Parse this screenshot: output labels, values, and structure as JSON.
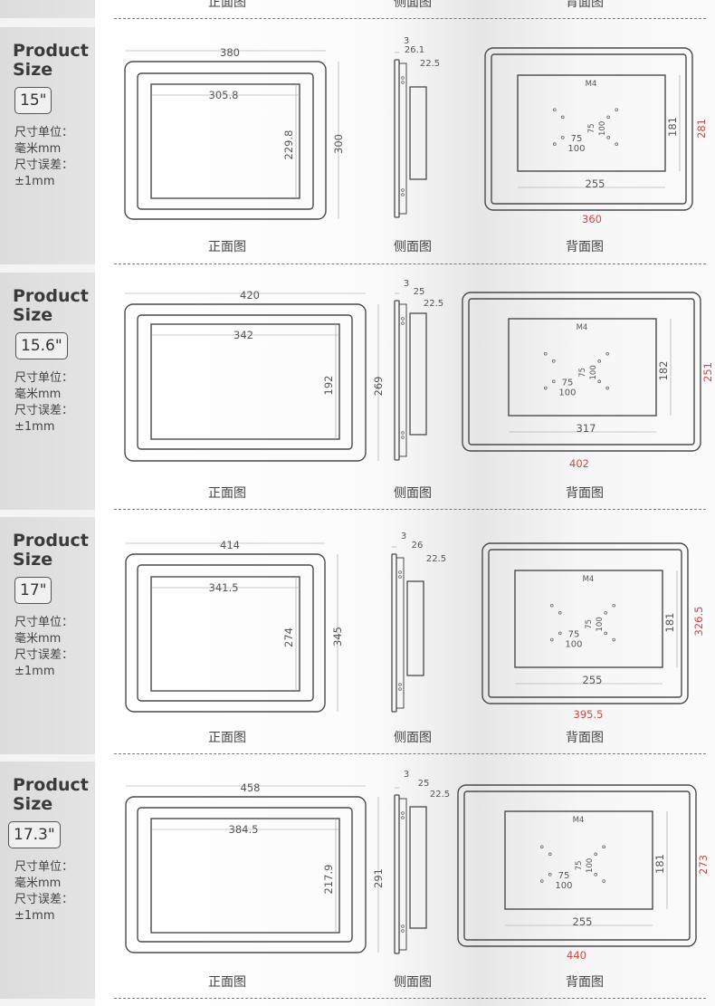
{
  "top_captions": [
    "正面图",
    "侧面图",
    "背面图"
  ],
  "colors": {
    "line": "#4a4a4a",
    "text": "#555555",
    "accent_red": "#d64545"
  },
  "sections": [
    {
      "title_line1": "Product",
      "title_line2": "Size",
      "size": "15\"",
      "unit_line1": "尺寸单位：",
      "unit_line2": "毫米mm",
      "unit_line3": "尺寸误差：",
      "unit_line4": "±1mm",
      "front": {
        "width": "380",
        "height": "300",
        "inner_width": "305.8",
        "inner_height": "229.8"
      },
      "side": {
        "d1": "3",
        "d2": "26.1",
        "d3": "22.5"
      },
      "back": {
        "mount": "M4",
        "v1": "75",
        "v2": "100",
        "h1": "75",
        "h2": "100",
        "panel_width": "255",
        "panel_height": "181",
        "outer_width": "360",
        "outer_height": "281"
      },
      "captions": {
        "front": "正面图",
        "side": "侧面图",
        "back": "背面图"
      }
    },
    {
      "title_line1": "Product",
      "title_line2": "Size",
      "size": "15.6\"",
      "unit_line1": "尺寸单位：",
      "unit_line2": "毫米mm",
      "unit_line3": "尺寸误差：",
      "unit_line4": "±1mm",
      "front": {
        "width": "420",
        "height": "269",
        "inner_width": "342",
        "inner_height": "192"
      },
      "side": {
        "d1": "3",
        "d2": "25",
        "d3": "22.5"
      },
      "back": {
        "mount": "M4",
        "v1": "75",
        "v2": "100",
        "h1": "75",
        "h2": "100",
        "panel_width": "317",
        "panel_height": "182",
        "outer_width": "402",
        "outer_height": "251"
      },
      "captions": {
        "front": "正面图",
        "side": "侧面图",
        "back": "背面图"
      }
    },
    {
      "title_line1": "Product",
      "title_line2": "Size",
      "size": "17\"",
      "unit_line1": "尺寸单位：",
      "unit_line2": "毫米mm",
      "unit_line3": "尺寸误差：",
      "unit_line4": "±1mm",
      "front": {
        "width": "414",
        "height": "345",
        "inner_width": "341.5",
        "inner_height": "274"
      },
      "side": {
        "d1": "3",
        "d2": "26",
        "d3": "22.5"
      },
      "back": {
        "mount": "M4",
        "v1": "75",
        "v2": "100",
        "h1": "75",
        "h2": "100",
        "panel_width": "255",
        "panel_height": "181",
        "outer_width": "395.5",
        "outer_height": "326.5"
      },
      "captions": {
        "front": "正面图",
        "side": "侧面图",
        "back": "背面图"
      }
    },
    {
      "title_line1": "Product",
      "title_line2": "Size",
      "size": "17.3\"",
      "unit_line1": "尺寸单位：",
      "unit_line2": "毫米mm",
      "unit_line3": "尺寸误差：",
      "unit_line4": "±1mm",
      "front": {
        "width": "458",
        "height": "291",
        "inner_width": "384.5",
        "inner_height": "217.9"
      },
      "side": {
        "d1": "3",
        "d2": "25",
        "d3": "22.5"
      },
      "back": {
        "mount": "M4",
        "v1": "75",
        "v2": "100",
        "h1": "75",
        "h2": "100",
        "panel_width": "255",
        "panel_height": "181",
        "outer_width": "440",
        "outer_height": "273"
      },
      "captions": {
        "front": "正面图",
        "side": "侧面图",
        "back": "背面图"
      }
    }
  ]
}
